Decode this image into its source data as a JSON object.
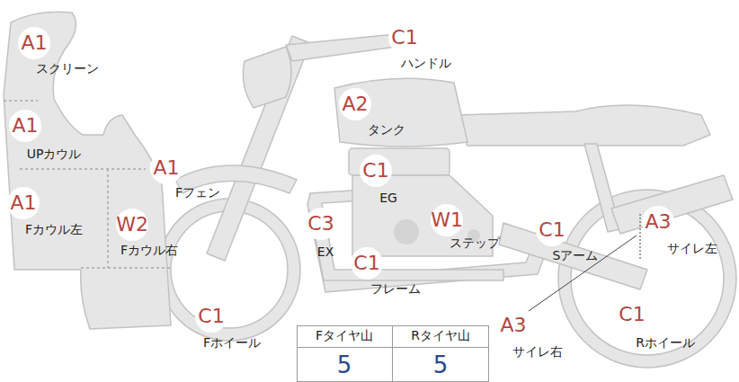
{
  "diagram": {
    "labels": [
      "A1",
      "スクリーン",
      "C1",
      "ハンドル",
      "A1",
      "UPカウル",
      "A2",
      "タンク",
      "A1",
      "Fフェン",
      "C1",
      "EG",
      "A1",
      "Fカウル左",
      "W2",
      "Fカウル右",
      "C3",
      "EX",
      "W1",
      "ステップ",
      "C1",
      "Sアーム",
      "A3",
      "サイレ左",
      "C1",
      "フレーム",
      "C1",
      "Fホイール",
      "A3",
      "サイレ右",
      "C1",
      "Rホイール",
      "Fタイヤ山",
      "Rタイヤ山",
      "5",
      "5"
    ]
  }
}
